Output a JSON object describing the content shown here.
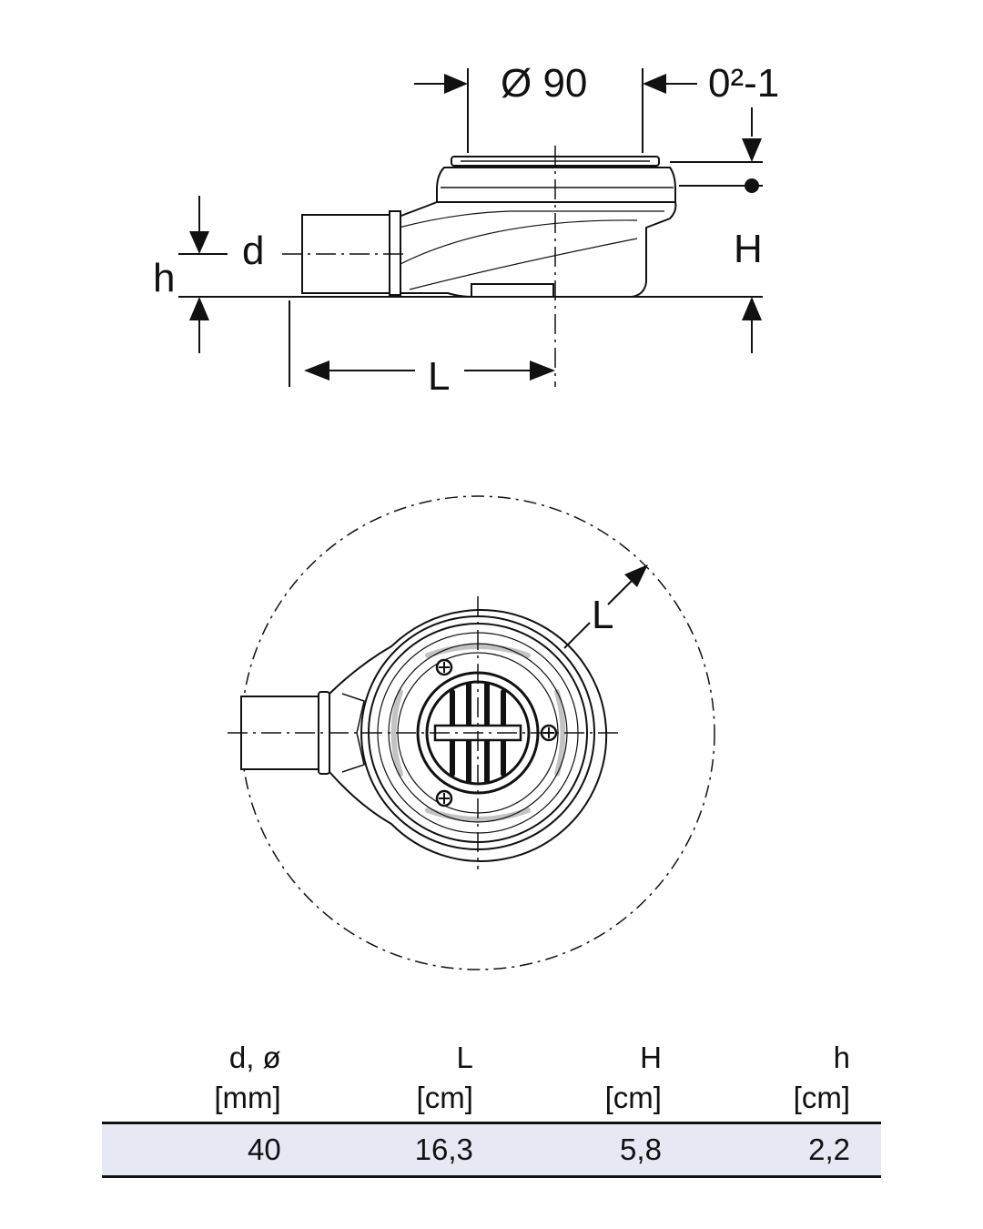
{
  "side_view": {
    "diameter_label": "Ø 90",
    "adjust_label": "0²-1",
    "label_d": "d",
    "label_h": "h",
    "label_H": "H",
    "label_L": "L"
  },
  "top_view": {
    "label_L": "L"
  },
  "dimensions_table": {
    "headers": [
      "d, ø",
      "L",
      "H",
      "h"
    ],
    "units": [
      "[mm]",
      "[cm]",
      "[cm]",
      "[cm]"
    ],
    "values": [
      "40",
      "16,3",
      "5,8",
      "2,2"
    ]
  }
}
